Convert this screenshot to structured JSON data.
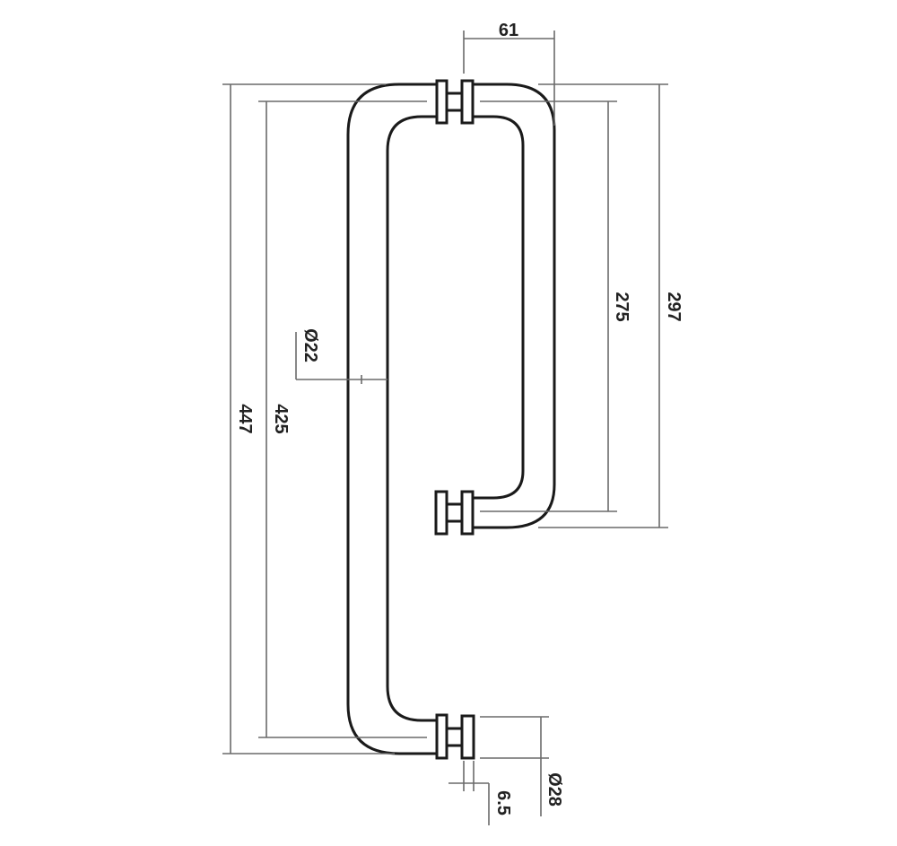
{
  "drawing": {
    "title": "Back-to-back pull handle dimensions",
    "dimensions": {
      "offset_width": "61",
      "long_overall": "447",
      "long_centers": "425",
      "short_centers": "275",
      "short_overall": "297",
      "tube_diameter": "Ø22",
      "rosette_diameter": "Ø28",
      "rosette_thickness": "6.5"
    }
  }
}
